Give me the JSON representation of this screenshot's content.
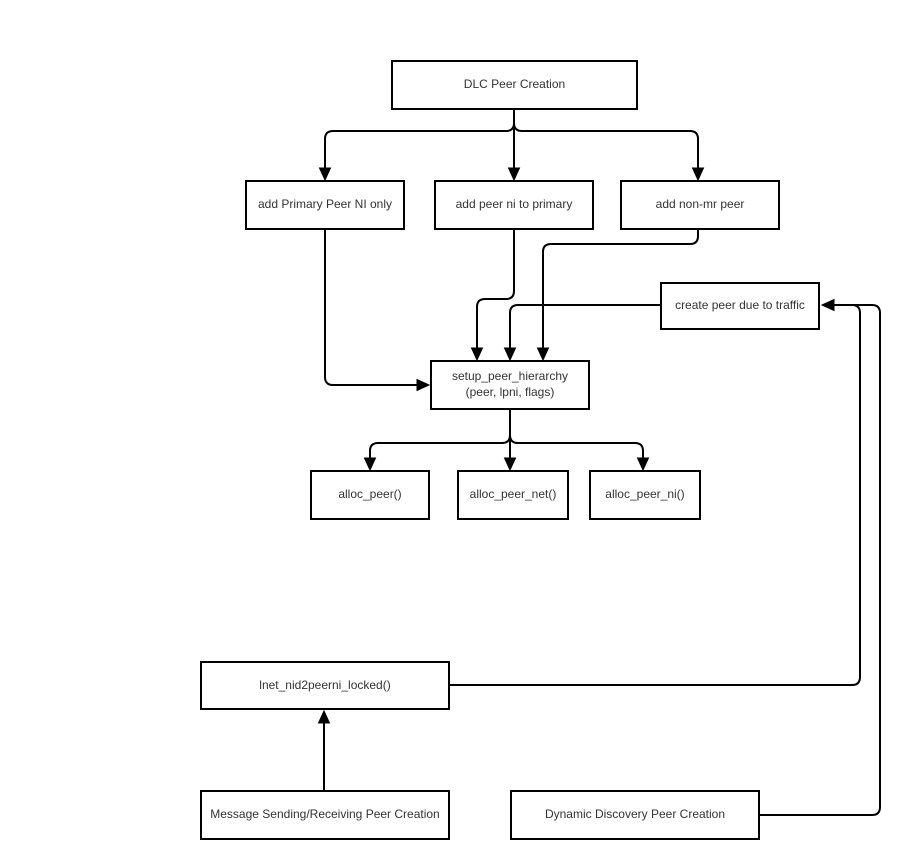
{
  "diagram": {
    "title": "DLC Peer Creation flowchart",
    "colors": {
      "background": "#ffffff",
      "node_fill": "#ffffff",
      "node_border": "#000000",
      "connector": "#000000",
      "text": "#333333"
    },
    "nodes": {
      "dlc_peer_creation": {
        "label": "DLC Peer Creation"
      },
      "add_primary_peer_ni_only": {
        "label": "add Primary Peer NI only"
      },
      "add_peer_ni_to_primary": {
        "label": "add peer ni to primary"
      },
      "add_non_mr_peer": {
        "label": "add non-mr peer"
      },
      "create_peer_due_to_traffic": {
        "label": "create peer due to traffic"
      },
      "setup_peer_hierarchy": {
        "label": "setup_peer_hierarchy\n(peer, lpni, flags)"
      },
      "alloc_peer": {
        "label": "alloc_peer()"
      },
      "alloc_peer_net": {
        "label": "alloc_peer_net()"
      },
      "alloc_peer_ni": {
        "label": "alloc_peer_ni()"
      },
      "lnet_nid2peerni_locked": {
        "label": "lnet_nid2peerni_locked()"
      },
      "message_sending_receiving_peer_creation": {
        "label": "Message Sending/Receiving Peer Creation"
      },
      "dynamic_discovery_peer_creation": {
        "label": "Dynamic Discovery Peer Creation"
      }
    },
    "edges": [
      {
        "from": "dlc_peer_creation",
        "to": "add_primary_peer_ni_only"
      },
      {
        "from": "dlc_peer_creation",
        "to": "add_peer_ni_to_primary"
      },
      {
        "from": "dlc_peer_creation",
        "to": "add_non_mr_peer"
      },
      {
        "from": "add_primary_peer_ni_only",
        "to": "setup_peer_hierarchy"
      },
      {
        "from": "add_peer_ni_to_primary",
        "to": "setup_peer_hierarchy"
      },
      {
        "from": "add_non_mr_peer",
        "to": "setup_peer_hierarchy"
      },
      {
        "from": "create_peer_due_to_traffic",
        "to": "setup_peer_hierarchy"
      },
      {
        "from": "setup_peer_hierarchy",
        "to": "alloc_peer"
      },
      {
        "from": "setup_peer_hierarchy",
        "to": "alloc_peer_net"
      },
      {
        "from": "setup_peer_hierarchy",
        "to": "alloc_peer_ni"
      },
      {
        "from": "lnet_nid2peerni_locked",
        "to": "create_peer_due_to_traffic"
      },
      {
        "from": "dynamic_discovery_peer_creation",
        "to": "create_peer_due_to_traffic"
      },
      {
        "from": "message_sending_receiving_peer_creation",
        "to": "lnet_nid2peerni_locked"
      }
    ]
  }
}
